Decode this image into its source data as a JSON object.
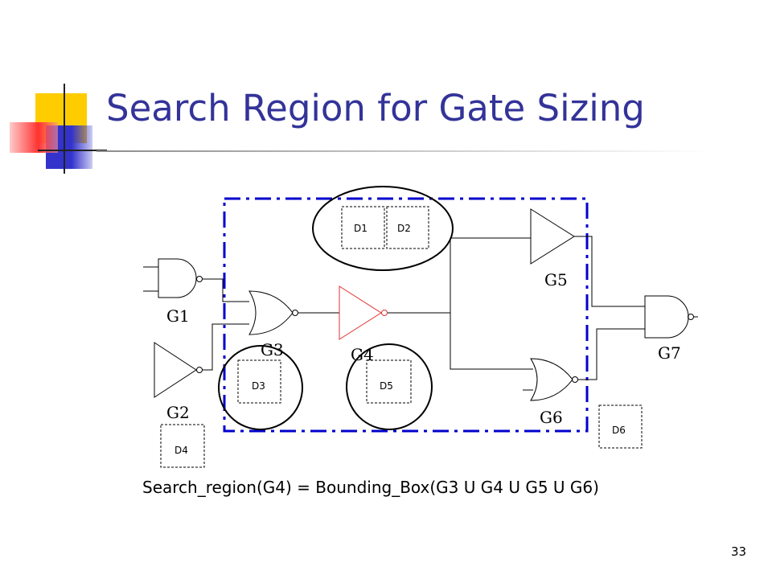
{
  "slide": {
    "title": "Search Region for Gate Sizing",
    "caption": "Search_region(G4) = Bounding_Box(G3 U G4 U G5 U G6)",
    "page_number": "33"
  },
  "diagram": {
    "gates": [
      {
        "id": "G1",
        "label": "G1",
        "kind": "nand",
        "color": "#000000"
      },
      {
        "id": "G2",
        "label": "G2",
        "kind": "inverter",
        "color": "#000000"
      },
      {
        "id": "G3",
        "label": "G3",
        "kind": "nor",
        "color": "#000000"
      },
      {
        "id": "G4",
        "label": "G4",
        "kind": "inverter",
        "color": "#e03030"
      },
      {
        "id": "G5",
        "label": "G5",
        "kind": "buffer",
        "color": "#000000"
      },
      {
        "id": "G6",
        "label": "G6",
        "kind": "nor",
        "color": "#000000"
      },
      {
        "id": "G7",
        "label": "G7",
        "kind": "nand",
        "color": "#000000"
      }
    ],
    "regions": [
      "D1",
      "D2",
      "D3",
      "D4",
      "D5",
      "D6"
    ],
    "search_region_color": "#0000cc"
  },
  "colors": {
    "title": "#333399",
    "deco_yellow": "#ffcc00",
    "deco_blue": "#3333cc",
    "deco_red": "#ff3333"
  }
}
